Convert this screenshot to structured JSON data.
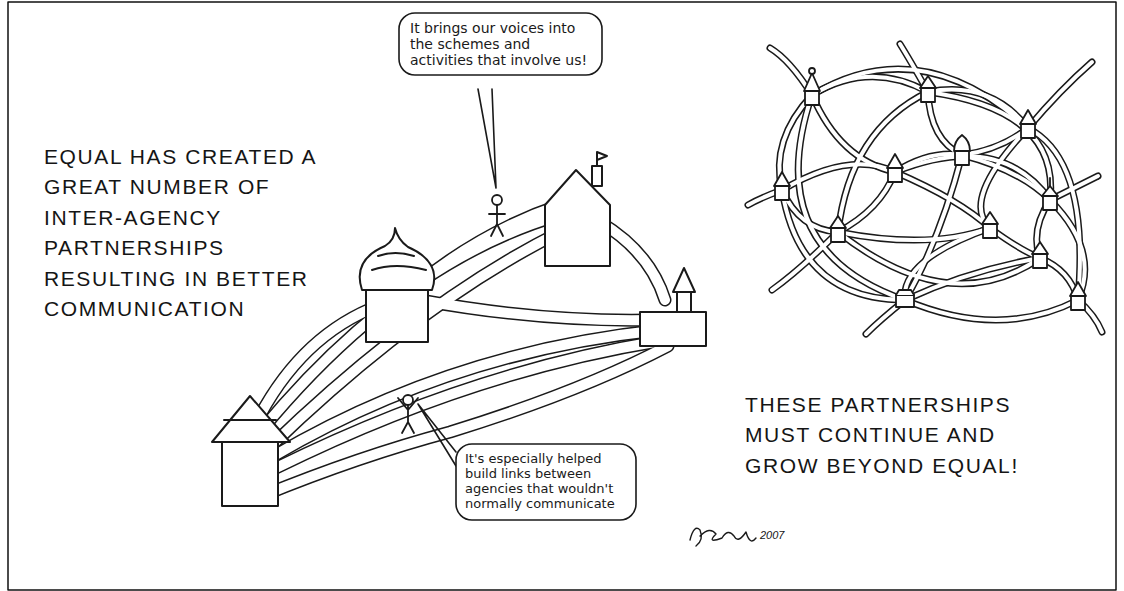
{
  "diagram": {
    "nodes": [
      {
        "text": [
          "It brings our voices into the schemes and activities that involve us!"
        ]
      },
      {
        "text": [
          "It's especially helped build links between agencies that wouldn't normally communicate"
        ]
      }
    ],
    "labels": [
      "EQUAL HAS CREATED A GREAT NUMBER OF INTER-AGENCY PARTNERSHIPS RESULTING IN BETTER COMMUNICATION",
      "THESE PARTNERSHIPS MUST CONTINUE AND GROW BEYOND EQUAL!",
      "2007"
    ]
  }
}
